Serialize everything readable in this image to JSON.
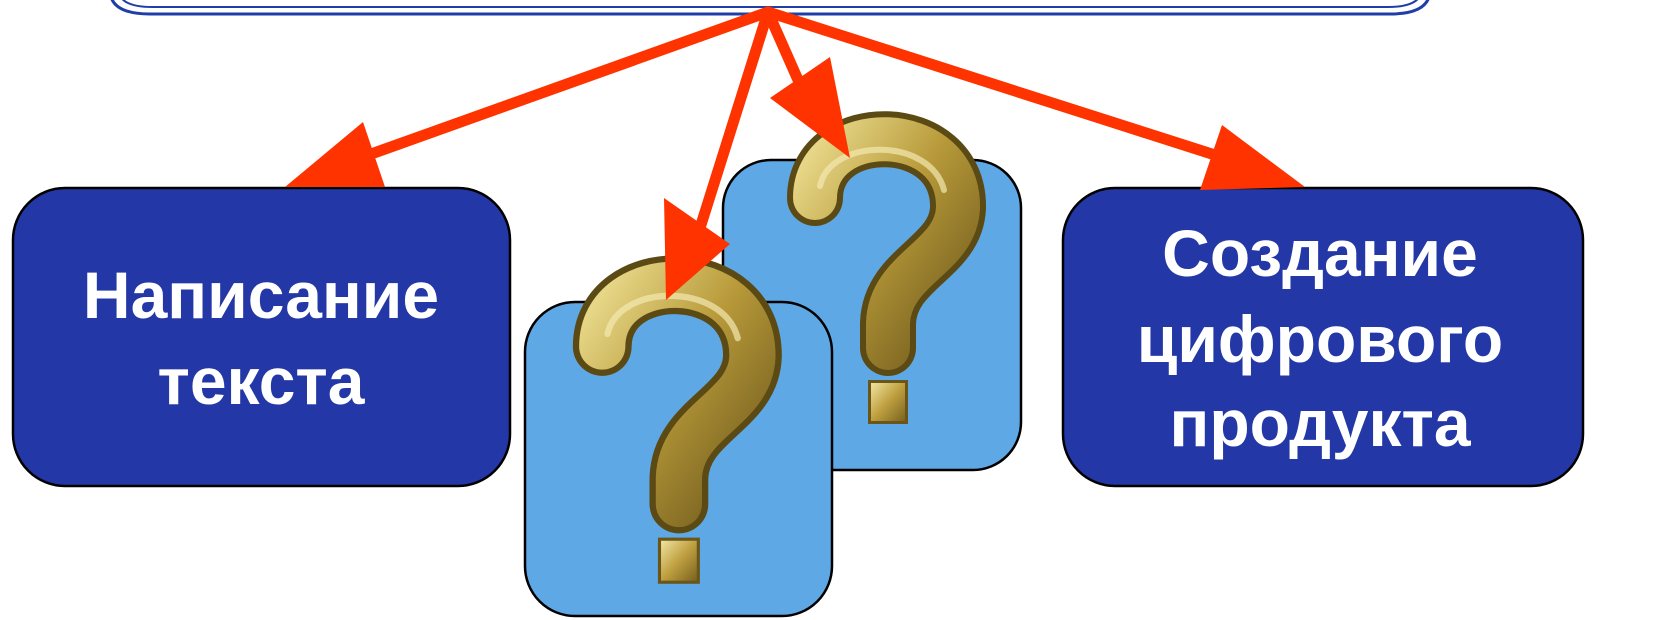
{
  "diagram": {
    "colors": {
      "arrow": "#ff3300",
      "dark_box": "#2338a6",
      "light_box": "#5fa8e6",
      "header_border": "#1f3fa8",
      "question_mark": "#b89a3a"
    },
    "nodes": {
      "left": {
        "lines": [
          "Написание",
          "текста"
        ]
      },
      "right": {
        "lines": [
          "Создание",
          "цифрового",
          "продукта"
        ]
      },
      "unknown_front": {
        "icon": "question-mark-icon"
      },
      "unknown_back": {
        "icon": "question-mark-icon"
      }
    }
  }
}
